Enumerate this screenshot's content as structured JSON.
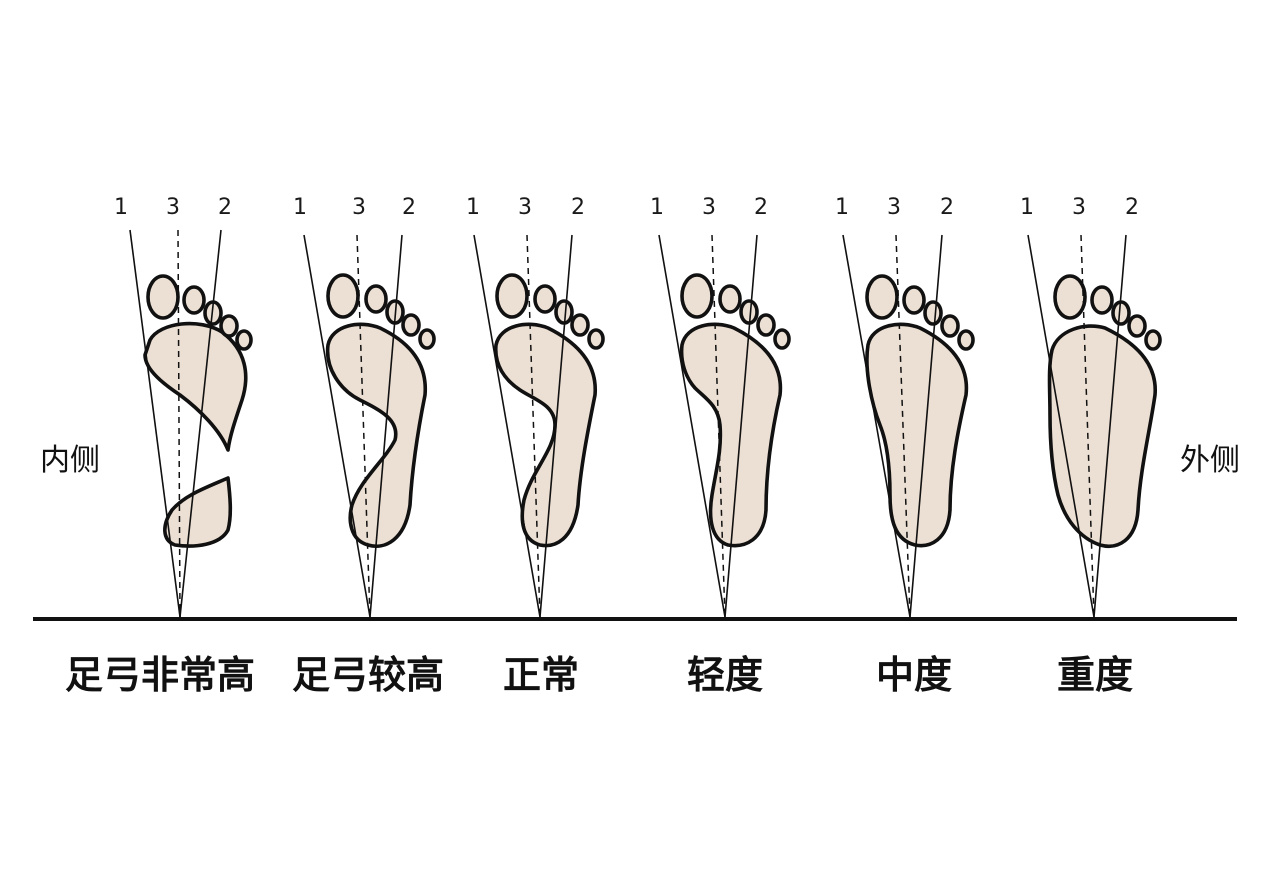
{
  "labels": {
    "medial": "内侧",
    "lateral": "外侧"
  },
  "line_numbers": [
    "1",
    "3",
    "2"
  ],
  "feet": [
    {
      "caption": "足弓非常高"
    },
    {
      "caption": "足弓较高"
    },
    {
      "caption": "正常"
    },
    {
      "caption": "轻度"
    },
    {
      "caption": "中度"
    },
    {
      "caption": "重度"
    }
  ],
  "colors": {
    "foot_fill": "#ecdfd3",
    "outline": "#111111",
    "background": "#ffffff"
  }
}
